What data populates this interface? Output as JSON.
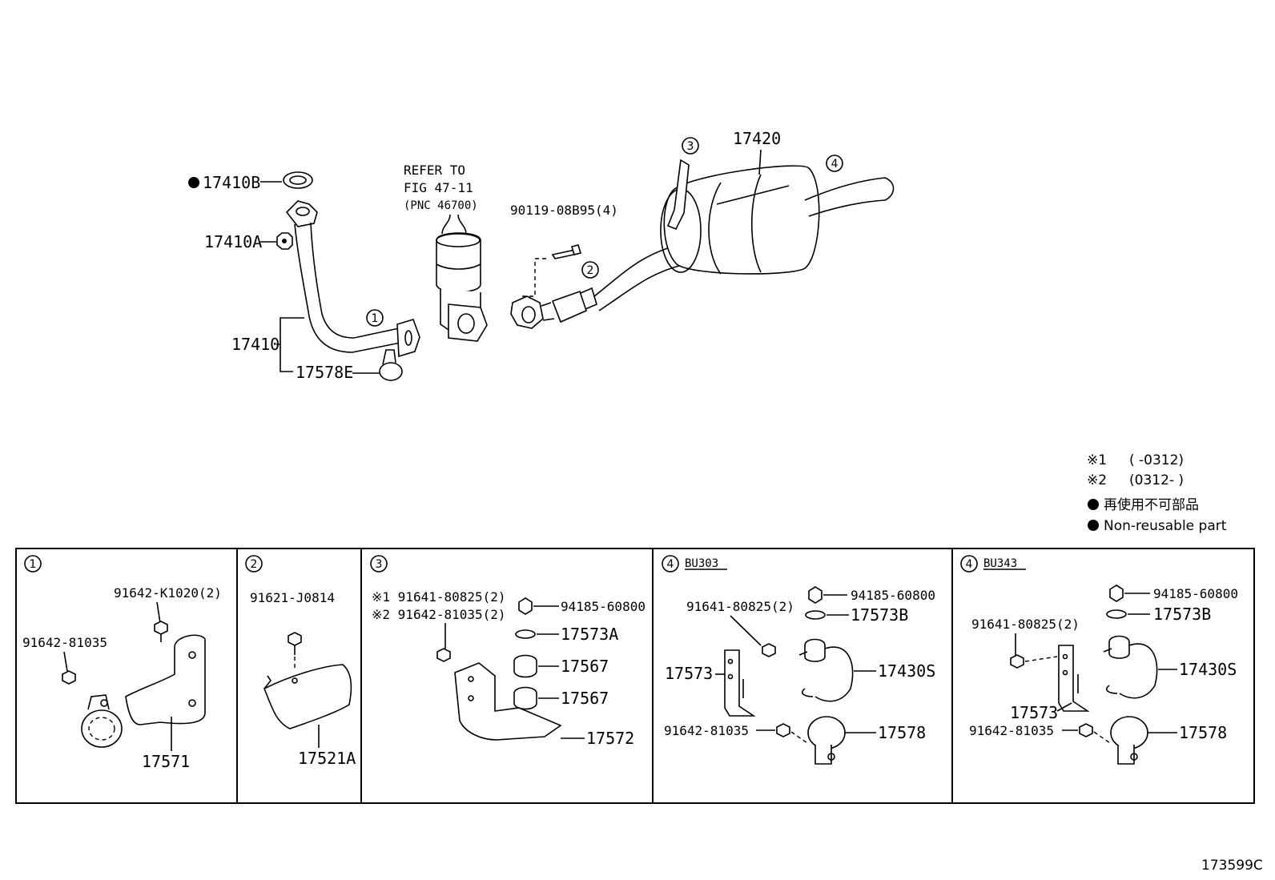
{
  "main": {
    "p_17410B": "17410B",
    "p_17410A": "17410A",
    "p_17410": "17410",
    "p_17578E": "17578E",
    "refer_line1": "REFER TO",
    "refer_line2": "FIG 47-11",
    "refer_line3": "(PNC 46700)",
    "p_90119": "90119-08B95(4)",
    "p_17420": "17420",
    "c1": "1",
    "c2": "2",
    "c3": "3",
    "c4": "4"
  },
  "legend": {
    "note1_mark": "※1",
    "note1_text": "(     -0312)",
    "note2_mark": "※2",
    "note2_text": "(0312-     )",
    "jp_text": "再使用不可部品",
    "en_text": "Non-reusable part"
  },
  "panels": {
    "p1": {
      "num": "1",
      "a": "91642-K1020(2)",
      "b": "91642-81035",
      "c": "17571"
    },
    "p2": {
      "num": "2",
      "a": "91621-J0814",
      "b": "17521A"
    },
    "p3": {
      "num": "3",
      "a": "※1 91641-80825(2)",
      "b": "※2 91642-81035(2)",
      "c": "94185-60800",
      "d": "17573A",
      "e": "17567",
      "f": "17567",
      "g": "17572"
    },
    "p4": {
      "num": "4",
      "model": "BU303",
      "a": "94185-60800",
      "b": "91641-80825(2)",
      "c": "17573B",
      "d": "17573",
      "e": "17430S",
      "f": "91642-81035",
      "g": "17578"
    },
    "p5": {
      "num": "4",
      "model": "BU343",
      "a": "94185-60800",
      "b": "17573B",
      "c": "91641-80825(2)",
      "d": "17430S",
      "e": "17573",
      "f": "91642-81035",
      "g": "17578"
    }
  },
  "footer": {
    "code": "173599C"
  }
}
